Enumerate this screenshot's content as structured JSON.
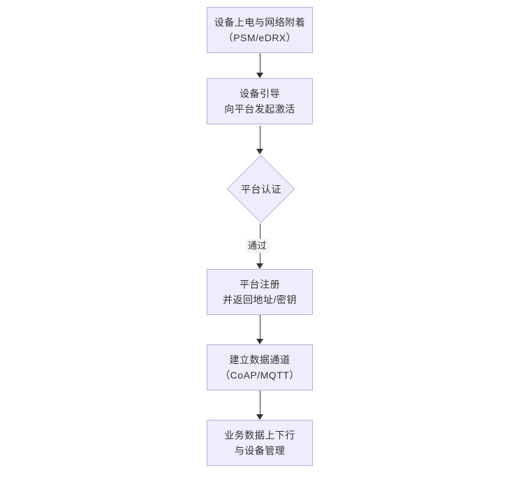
{
  "diagram": {
    "type": "flowchart",
    "orientation": "top-to-bottom",
    "background_color": "#ffffff",
    "node_fill_color": "#ededfc",
    "node_border_color": "#bda9e0",
    "text_color": "#333333",
    "connector_color": "#333333",
    "nodes": [
      {
        "id": "power-on",
        "shape": "rectangle",
        "line1": "设备上电与网络附着",
        "line2": "（PSM/eDRX）"
      },
      {
        "id": "bootstrap",
        "shape": "rectangle",
        "line1": "设备引导",
        "line2": "向平台发起激活"
      },
      {
        "id": "auth",
        "shape": "diamond",
        "line1": "平台认证",
        "line2": ""
      },
      {
        "id": "register",
        "shape": "rectangle",
        "line1": "平台注册",
        "line2": "并返回地址/密钥"
      },
      {
        "id": "channel",
        "shape": "rectangle",
        "line1": "建立数据通道",
        "line2": "（CoAP/MQTT）"
      },
      {
        "id": "dataflow",
        "shape": "rectangle",
        "line1": "业务数据上下行",
        "line2": "与设备管理"
      }
    ],
    "edges": [
      {
        "id": "e1",
        "from": "power-on",
        "to": "bootstrap",
        "label": ""
      },
      {
        "id": "e2",
        "from": "bootstrap",
        "to": "auth",
        "label": ""
      },
      {
        "id": "e3",
        "from": "auth",
        "to": "register",
        "label": "通过"
      },
      {
        "id": "e4",
        "from": "register",
        "to": "channel",
        "label": ""
      },
      {
        "id": "e5",
        "from": "channel",
        "to": "dataflow",
        "label": ""
      }
    ]
  }
}
